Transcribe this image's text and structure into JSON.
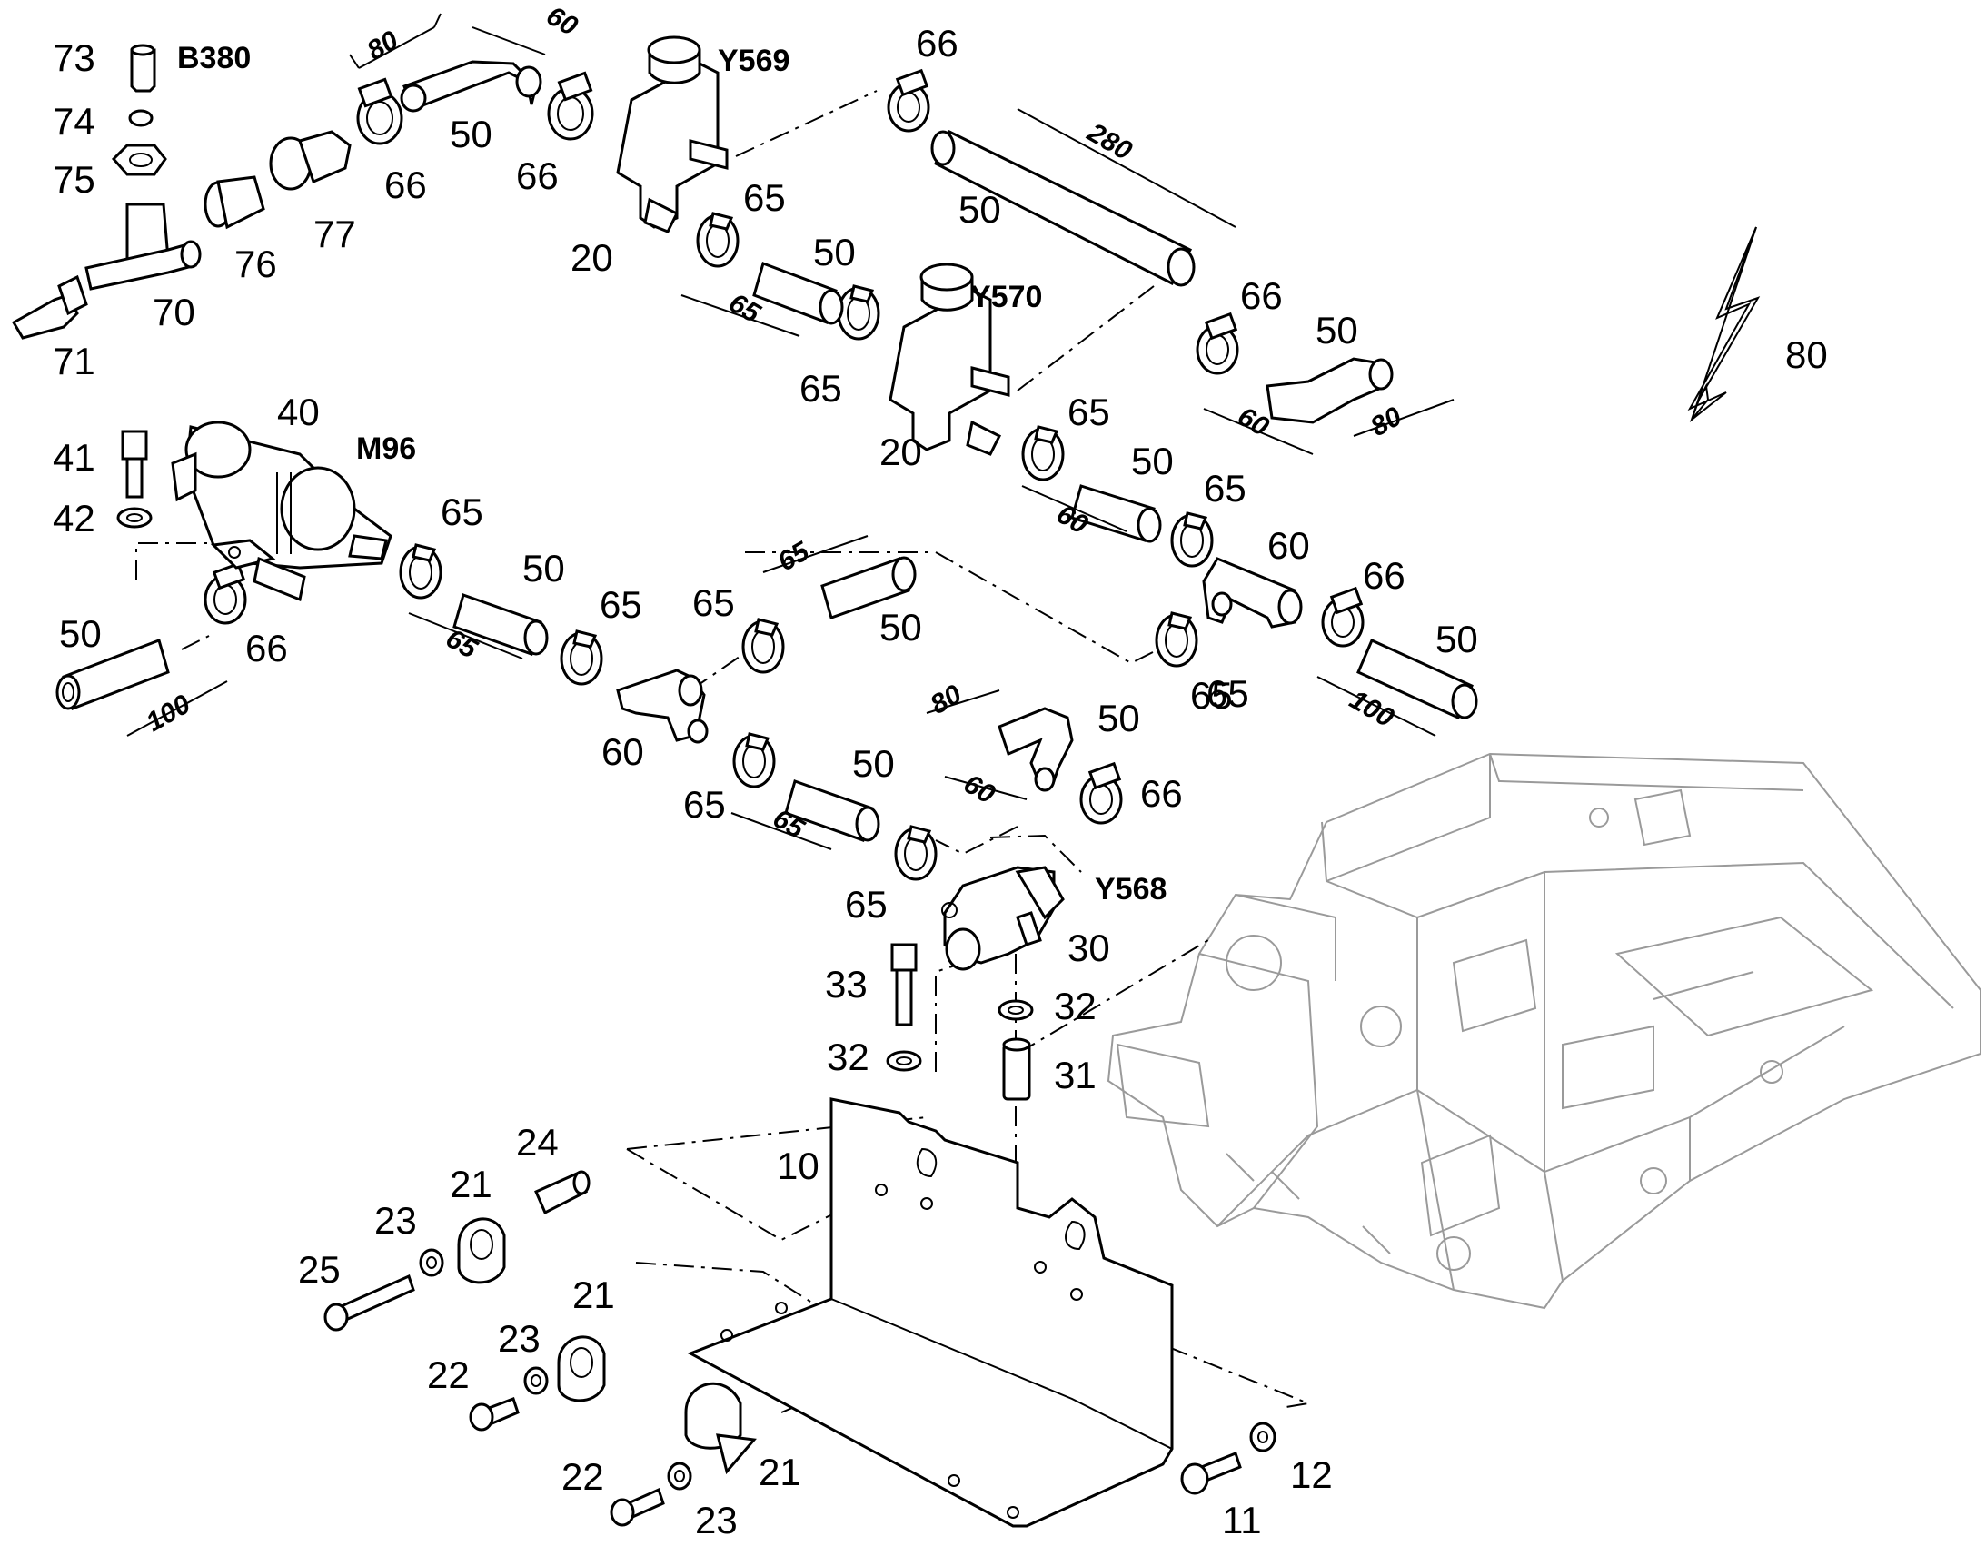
{
  "callouts": {
    "c73": "73",
    "c74": "74",
    "c75": "75",
    "c70": "70",
    "c71": "71",
    "c76": "76",
    "c77": "77",
    "c66a": "66",
    "c50a": "50",
    "c66b": "66",
    "c20a": "20",
    "c65a": "65",
    "c66c": "66",
    "c50b": "50",
    "c50c": "50",
    "c65b": "65",
    "c20b": "20",
    "c66d": "66",
    "c50d": "50",
    "c80": "80",
    "c65c": "65",
    "c50e": "50",
    "c65d": "65",
    "c60a": "60",
    "c66e": "66",
    "c50f": "50",
    "c65e": "65",
    "c40": "40",
    "c41": "41",
    "c42": "42",
    "c65f": "65",
    "c50g": "50",
    "c50h": "50",
    "c66f": "66",
    "c65g": "65",
    "c65h": "65",
    "c50i": "50",
    "c60b": "60",
    "c65i": "65",
    "c50j": "50",
    "c50k": "50",
    "c66g": "66",
    "c65j": "65",
    "c65k": "65",
    "c30": "30",
    "c33": "33",
    "c32a": "32",
    "c32b": "32",
    "c31": "31",
    "c10": "10",
    "c24": "24",
    "c21a": "21",
    "c23a": "23",
    "c25": "25",
    "c21b": "21",
    "c23b": "23",
    "c22a": "22",
    "c22b": "22",
    "c23c": "23",
    "c21c": "21",
    "c11": "11",
    "c12": "12"
  },
  "component_codes": {
    "b380": "B380",
    "y569": "Y569",
    "y570": "Y570",
    "m96": "M96",
    "y568": "Y568"
  },
  "dimensions": {
    "d80a": "80",
    "d60a": "60",
    "d280": "280",
    "d65a": "65",
    "d60b": "60",
    "d80b": "80",
    "d60c": "60",
    "d65b": "65",
    "d65c": "65",
    "d100a": "100",
    "d100b": "100",
    "d80c": "80",
    "d60d": "60",
    "d65d": "65"
  }
}
